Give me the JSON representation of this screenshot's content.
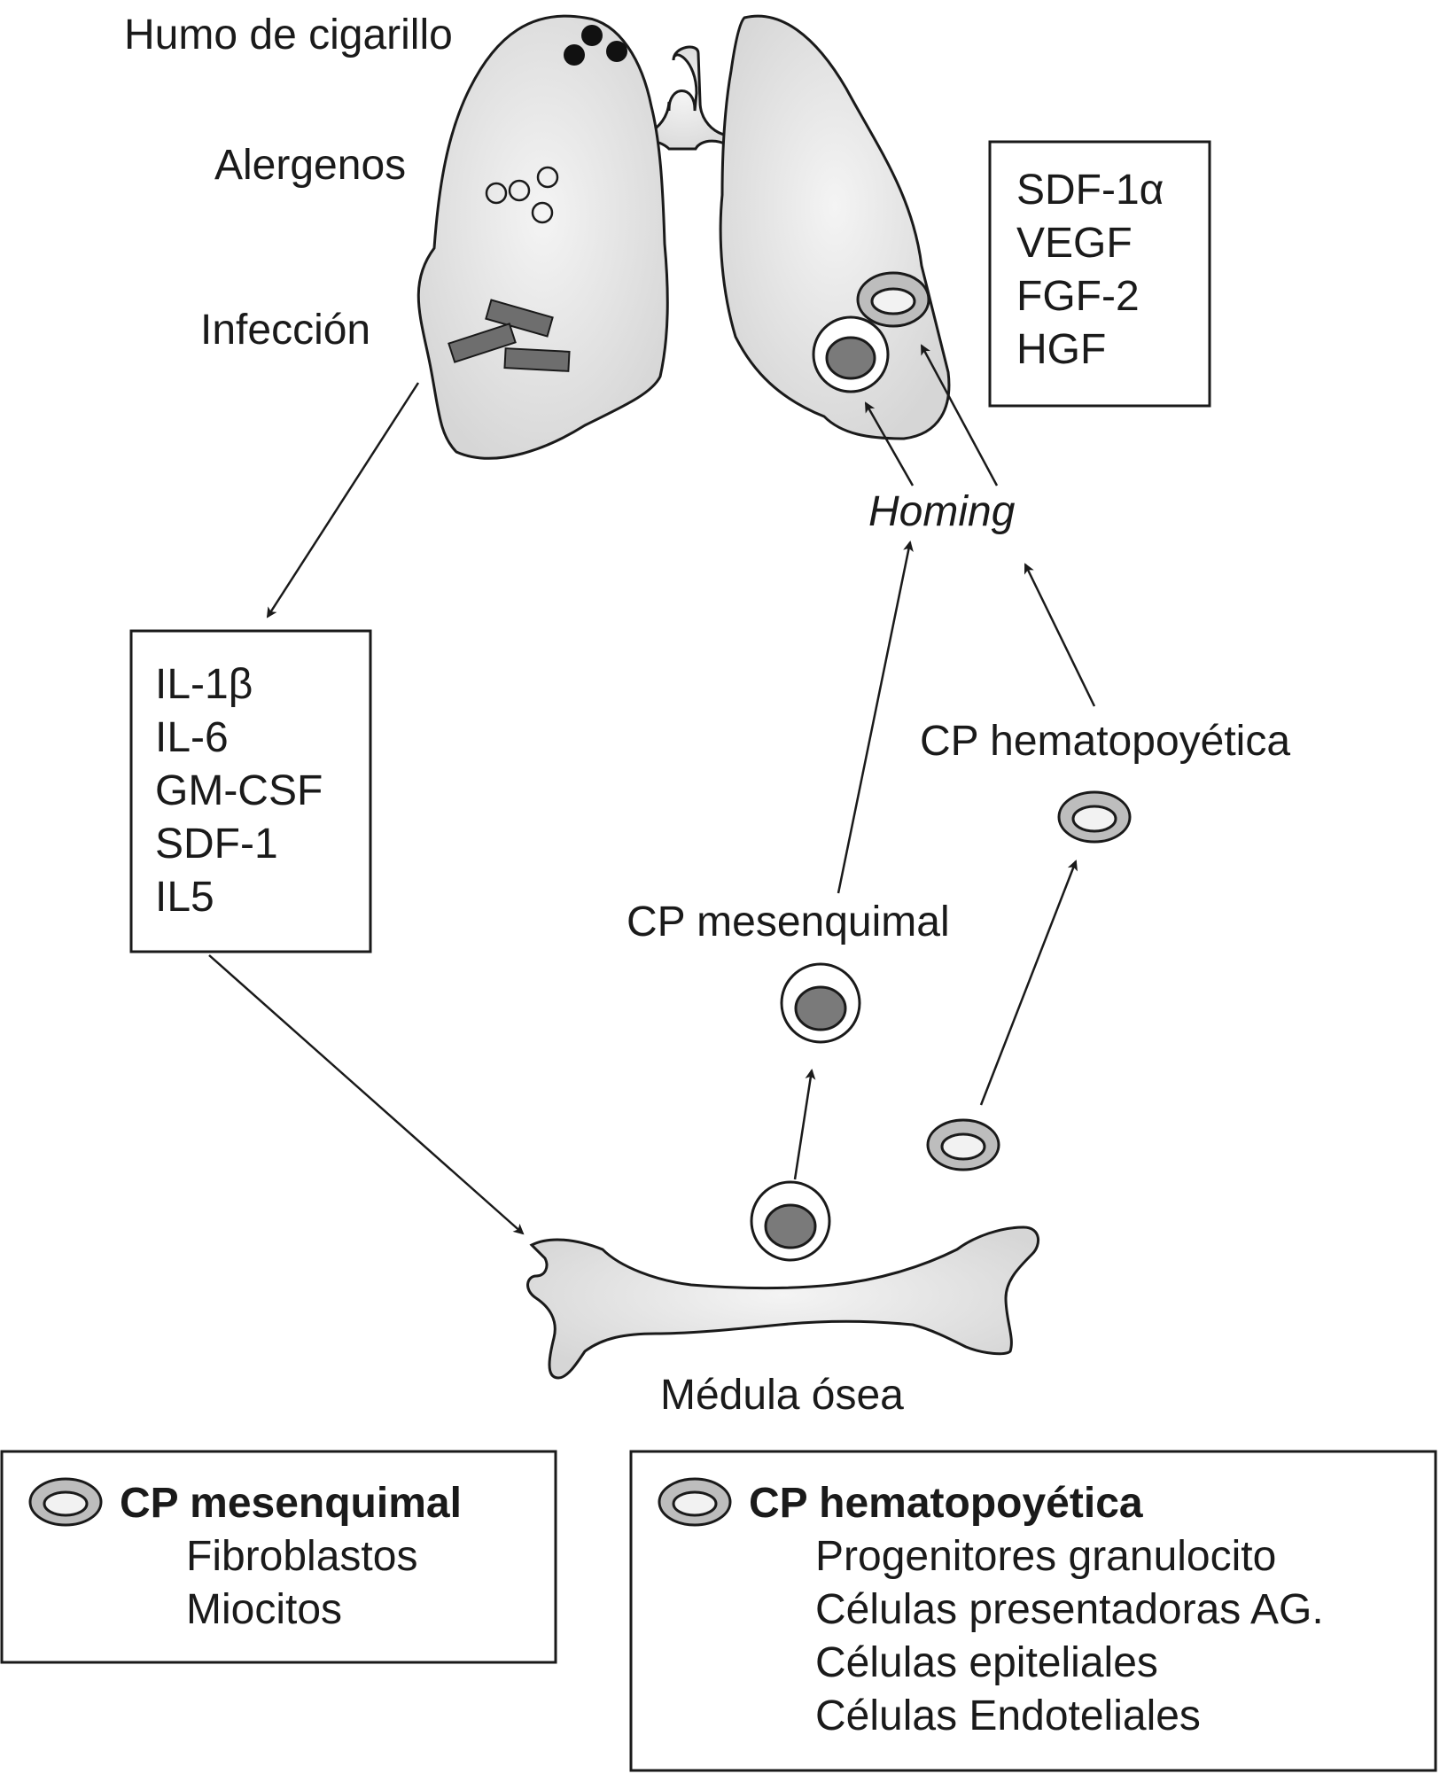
{
  "diagram": {
    "lung_labels": {
      "smoke": "Humo de cigarillo",
      "allergens": "Alergenos",
      "infection": "Infección"
    },
    "lung_factors": [
      "SDF-1α",
      "VEGF",
      "FGF-2",
      "HGF"
    ],
    "inflammatory_factors": [
      "IL-1β",
      "IL-6",
      "GM-CSF",
      "SDF-1",
      "IL5"
    ],
    "homing_label": "Homing",
    "hematopoietic_label": "CP hematopoyética",
    "mesenchymal_label": "CP mesenquimal",
    "bone_marrow_label": "Médula ósea"
  },
  "legend": {
    "mesenchymal": {
      "title": "CP mesenquimal",
      "items": [
        "Fibroblastos",
        "Miocitos"
      ]
    },
    "hematopoietic": {
      "title": "CP hematopoyética",
      "items": [
        "Progenitores granulocito",
        "Células presentadoras AG.",
        "Células epiteliales",
        "Células Endoteliales"
      ]
    }
  },
  "colors": {
    "organ_fill": "#e4e4e4",
    "dark_nucleus": "#7a7a7a",
    "light_cell_ring": "#bdbdbd",
    "stroke": "#1a1a1a"
  }
}
